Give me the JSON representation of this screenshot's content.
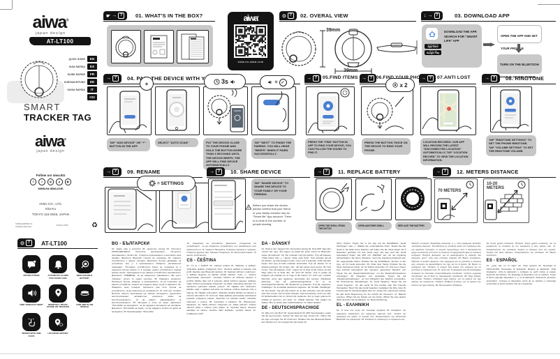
{
  "glyphs": {
    "arrow": "→",
    "question": "?",
    "hand": "☛",
    "target": "⊙",
    "download": "↓",
    "plus": "+",
    "check": "✓",
    "equals": "=",
    "reg": "®"
  },
  "sidebar": {
    "brand": "aiwa",
    "brand_sub": "japan design",
    "model": "AT-LT100",
    "languages": [
      {
        "label": "QUICK GUIDE",
        "code": "EN"
      },
      {
        "label": "GUÍA RÁPIDA",
        "code": "ES"
      },
      {
        "label": "GUIDE RAPIDE",
        "code": "FR"
      },
      {
        "label": "KURZANLEITUNG",
        "code": "DE"
      },
      {
        "label": "GUIDA RAPIDA",
        "code": "IT"
      },
      {
        "label": "",
        "code": "#22"
      }
    ],
    "product_title_1": "SMART",
    "product_title_2": "TRACKER TAG",
    "follow": {
      "title": "Follow us! aiwa.EU",
      "url": "www.eu-aiwa.com",
      "social_glyphs": [
        "f",
        "t",
        "◎",
        "p",
        "▶"
      ]
    },
    "company": [
      "AIWA CO., LTD.",
      "Kita-Ku",
      "TOKYO 115-0045, JAPAN"
    ],
    "legal_left_1": "©AIWA EUROPE S.L.",
    "legal_left_2": "All Rights Reserved",
    "legal_center": "Printed in PRC",
    "recycle": "♻",
    "features_header": "AT-LT100",
    "features": [
      {
        "label": "NOTIFICATIONS"
      },
      {
        "label": "AUTOMATIC ALARM FOR AVOID LOSS"
      },
      {
        "label": "REPLACEABLE BATTERY"
      },
      {
        "label": "FIND THINGS BY BEEP"
      },
      {
        "label": "REMOTELY TRACK PHONE OR TRACKER"
      },
      {
        "label": "THIN AND PLAIN DESIGN"
      },
      {
        "label": "WORKS WITH ONE CLICK"
      },
      {
        "label": "LOCATION HISTORY"
      }
    ]
  },
  "sections": {
    "s01": {
      "title": "01. WHAT'S IN THE BOX?"
    },
    "qr": {
      "brand": "aiwa",
      "url": "www.eu-aiwa.com"
    },
    "s02": {
      "title": "02. OVERAL VIEW",
      "dim_v": "39mm",
      "dim_h": "39mm"
    },
    "s03": {
      "title": "03. DOWNLOAD APP",
      "step1": "DOWNLOAD THE APP. SEARCH FOR \"SMART LIFE\" APP",
      "step2": "OPEN THE APP AND SET YOUR PROFILE",
      "step3": "TURN ON THE BLUETOOH STATUS OF THE PHONE",
      "store1_top": "Download on the",
      "store1_bottom": "App Store",
      "store2_top": "GET IT ON",
      "store2_bottom": "Google Play"
    },
    "s04": {
      "title": "04. PAIR THE DEVICE WITH YOUR PHONE",
      "bubble_3s": "3s",
      "captions": [
        "TAP \"ADD DEVICE\" OR \"+\" BUTTON IN THE APP",
        "SELECT \"AUTO SCAN\"",
        "PUT THE DEVICE CLOSE TO YOUR PHONE AND HOLD THE BUTTON MORE THAN 3 SECONDS UNTIL THE DEVICE BEEPS. THE APP WILL FIND DEVICE AUTOMATICALLY",
        "TAP \"NEXT\" TO FINISH THE PAIRING. YOU WILL HEAR \"BEEPS\" WHEN IT PAIRS SUCCESSFULLY."
      ]
    },
    "s05": {
      "title": "05.FIND ITEMS",
      "caption": "PRESS THE \"FIND\" BUTTON IN APP TO RING YOUR DEVICE, YOU CAN FOLLOW THE SOUND TO FIND IT."
    },
    "s06": {
      "title": "06.FIND YOUR PHONE",
      "bubble": "x 2",
      "caption": "PRESS THE BUTTON TWICE ON THE DEVICE TO RING YOUR PHONE."
    },
    "s07": {
      "title": "07.ANTI LOST",
      "caption": "LOCATION RECORDS: OUR APP WILL RECORD THE LATEST \"DISCONNECTED LOCATION\" AUTOMATICALLY, TAP \"LOCATION RECORD\" TO VIEW THE LOCATION INFORMATION."
    },
    "s08": {
      "title": "08. RINGTONE",
      "caption": "TAP \"RINGTONE SETTINGS\" TO SET THE PHONE RINGTONE. TAP \"VOLUME SETTING\" TO SET THE RINGTONE VOLUME."
    },
    "s09": {
      "title": "09. RENAME",
      "bubble": "= SETTINGS"
    },
    "s10": {
      "title": "10. SHARE DEVICE",
      "caption": "TAP \"SHARE DEVICE\" TO SHARE THE DEVICE TO YOUR FAMILY OR YOUR FRIENDS.",
      "note": "Before you share the device, please confirm that your friend or your family member has an \"Smart life\" App account. There is no limit to the number of people sharing."
    },
    "s11": {
      "title": "11. REPLACE BATTERY",
      "captions": [
        "OPEN THE SHELL FROM THE NOTCH",
        "OPEN ANOTHER SHELL",
        "REPLACE THE BATTERY"
      ]
    },
    "s12": {
      "title": "12. METERS DISTANCE",
      "label1": "70 METERS",
      "label2": "10-20 METERS"
    }
  },
  "fineprint": {
    "col1": {
      "h": "BG - БЪЛГАРСКИ",
      "t": "01. Какво има в кутията? 02. Цялостен изглед 03. Изтеглете ПРИЛОЖЕНИЕТО. Изтеглете приложението. Потърсете приложението „Smart Life“. Отворете приложението и настройте своя профил. Включете Bluetooth статуса на телефона. 04. Сдвоете устройството с вашия телефон. Докоснете бутона „Добавяне на устройство“ или „+“ в приложението. Изберете „Автоматично сканиране“. Поставете устройството близо до телефона си и задръжте бутона повече от 3 секунди, докато устройството издаде звуков сигнал. Приложението ще намери устройството автоматично. Докоснете „СЛЕДВАЩ“, за да завършите сдвояването. Ще чуете „бипкане“, когато се сдвои успешно. 05. Намерете елементи. Натиснете бутона „Намери“ в приложението, за да позвъните на вашето устройство, можете да следвате звука, за да го намерите. 06. Намерете своя телефон. Натиснете два пъти бутона на устройството, за да позвъните на телефона си. 07. Anti Lost. Location Records: нашето приложение ще запише последното „прекъснато местоположение“ автоматично, докоснете „запис на местоположението“, за да видите информацията за местоположението. 08. Мелодия и сила на звука. Докоснете „Настройки на мелодията“, за да зададете мелодията на телефона. Докоснете „Настройка на звука“, за да зададете силата на звука на мелодията. 09. Преименуване. Настройки."
    },
    "col2": {
      "t1": "10. Споделяне на устройство. Докоснете „Споделяне на устройството“, за да споделите устройството със семейството или приятелите си. 11. Сменете батерията. Отворете корпуса от прореза. Отворете другата част. Сменете батерията. 12. Метри разстояние. 70 метра. 10-20 метра.",
      "h": "CS - ČEŠTINA",
      "t2": "01. Co je v krabici? 02. Celkový pohled 03. Stáhněte si aplikaci. Vyhledejte aplikaci „Inteligentní život“. Otevřete aplikaci a nastavte svůj profil. Zapněte stav Bluetooth telefonu. 04. Spárujte zařízení s telefonem. V aplikaci klepněte na tlačítko „Přidat zařízení“ nebo „+“. Vyberte „Automatické skenování“. Umístěte zařízení do blízkosti telefonu a podržte tlačítko déle než 3 sekundy, dokud zařízení nepípne. Aplikace najde zařízení automaticky. Klepnutím na „Další“ dokončete párování. Po úspěšném spárování uslyšíte „pípnutí“. 05. Najděte věci. Stisknutím tlačítka „najít“ v aplikaci zazvoníte na zařízení, můžete sledovat zvuk a najít jej. 06. Najděte svůj telefon. Stiskněte dvakrát tlačítko na zařízení a zazvoní váš telefon. 07. Anti Lost. Naše aplikace automaticky zaznamená poslední „odpojenou polohu“, klepnutím na „záznam polohy“ zobrazíte informace o poloze. 08. Vyzvánění a hlasitost. 09. Přejmenovat. Nastavení. 10. Sdílet zařízení. Klepnutím na „Sdílet zařízení“ můžete zařízení sdílet s rodinou nebo přáteli. 11. Vyměňte baterii. Otevřete skořápku ze zářezu, otevřete další skořápku, vyměňte baterii. 12. Vzdálenost metrů."
    },
    "col3": {
      "h1": "DA - DÁNSKÝ",
      "t1": "01. Hvad er der i kassen? 02. Overordnet visning 03. Hent APP. Søg efter „Smart Life“ App. Åbn appen og indstil din profil. Tænd for Bluetooth-status på telefonen. 04. Par enheden med din telefon. Tryk på knappen „Tilføj enhed“ eller „+“ i appen. Vælg „Auto Scan“. Sæt enheden tæt på din telefon, og hold knappen nede i mere end 3 sekunder, indtil enheden bipper. Den app vil finde enheden automatisk. Tryk på „Næste“ for at afslutte parringen. Du vil høre „bip“, når den parres med succes. 05. Find emner. Tryk på knappen „Find“ i appen for at ringe til din enhed, du kan følge lyden for at finde den. 06. Find din telefon. Tryk to gange på knappen på enheden for at ringe til din telefon. 07. Anti Lost. Location Records: vores app registrerer automatisk den seneste „frakoblede placering“, tryk på „placeringsregistrering“ for at se placeringsinformationen. 08. Ringetone og lydstyrke. Tryk på „ringetone-indstillinger“ for at indstille telefonens ringetone. 09. Omdøb. Indstillinger. 10. Del enhed. Tryk på „Del enhed“ for at dele enheden med din familie eller dine venner. Før du deler enheden, skal du bekræfte, at din ven eller dit familiemedlem har en „Smart Life“-appkonto. Der er ingen grænse for antallet af personer, der deler. 11. Udskift batteriet. Åbn skallen fra hakket. Åbn en anden skal. Udskift batteriet. 12. Meter afstand.",
      "h2": "DE - DEUTSCHSPRACHIGE",
      "t2": "01. Was ist in der Box? 02. Gesamtansicht 03. APP herunterladen. Laden Sie die App herunter. Suchen Sie nach der App „Smart Life“. Öffnen Sie die App und legen Sie Ihr Profil fest. Schalten Sie den Bluetooth-Status des Telefons ein. 04. Koppeln Sie das Gerät mit"
    },
    "col4": {
      "t1": "Ihrem Telefon. Tippen Sie in der App auf die Schaltfläche „Gerät hinzufügen“ oder „+“. Wählen Sie „Automatischer Scan“. Stellen Sie das Gerät in die Nähe Ihres Telefons und halten Sie die Taste länger als 3 Sekunden gedrückt, bis das Gerät piept. Die App wird das Gerät automatisch finden. Die APP ruft „WEITER“ auf, um die Kopplung abzuschließen. Sie hören „Pieptöne“, wenn die Kopplung erfolgreich war. 05. Gegenstände finden. Drücken Sie die Schaltfläche „Suchen“ in der App, um Ihr Gerät anzurufen. 06. Finde dein Handy. Drücken Sie die Taste zweimal am Gerät, um Ihr Telefon anzurufen. 07. Anti Lost. Unsere App zeichnet automatisch den neuesten „getrennten Standort“ auf. Tippen Sie auf „Standortaufzeichnung“, um die Standortinformationen anzuzeigen. 08. Klingelton und Lautstärke. Tippen Sie auf „Klingeltoneinstellungen“, um den Klingelton des Telefons einzustellen. 09. Umbenennen. Einstellungen. 10. Gerät freigeben. Tippen Sie auf „Gerät freigeben“, um das Gerät für Ihre Familie oder Ihre Freunde freizugeben. Bevor Sie das Gerät freigeben, bestätigen Sie bitte, dass Ihr Freund oder Ihr Familienmitglied über ein „Smart Life“-App-Konto verfügt. Es gibt keine Begrenzung für die Anzahl der Personen. 11. Batterie ersetzen. Öffnen Sie die Schale von der Kerbe. Öffnen Sie eine andere Shell. Ersetzen Sie die Batterie. 12. Meter Entfernung.",
      "h": "EL - ΕΛΛΗΝΙΚΗ",
      "t2": "01. Τι είναι στο κουτί; 02. Συνολική προβολή 03. Κατεβάστε την εφαρμογή. Αναζητήστε την εφαρμογή „Έξυπνη ζωή“. Ανοίξτε την εφαρμογή και ορίστε το προφίλ σας. Ενεργοποιήστε την κατάσταση Bluetooth του τηλεφώνου. 04. Συνδέστε τη συσκευή με το τηλέφωνό σας."
    },
    "col5": {
      "t": "Πατήστε το κουμπί „Προσθήκη συσκευής“ ή „+“ στην εφαρμογή. Επιλέξτε „Αυτόματη σάρωση“. Τοποθετήστε τη συσκευή κοντά στο τηλέφωνό σας και κρατήστε πατημένο το κουμπί περισσότερο από 3 δευτερόλεπτα μέχρι να ακουστεί μπιπ από τη συσκευή. Η εφαρμογή θα βρει τη συσκευή αυτόματα. Πατήστε „Επόμενο“ για να ολοκληρώσετε τη σύζευξη. Θα ακούσετε „μπιπ“ όταν γίνει επιτυχής σύζευξη. 05. Βρείτε αντικείμενα. Πατήστε το κουμπί „Εύρεση“ στην εφαρμογή για να χτυπήσει η συσκευή σας, μπορείτε να ακολουθήσετε τον ήχο για να τη βρείτε. 06. Βρείτε το τηλέφωνό σας. Πατήστε το κουμπί δύο φορές στη συσκευή για να χτυπήσει το τηλέφωνό σας. 07. Anti Lost. Η εφαρμογή μας θα καταγράψει αυτόματα την τελευταία „αποσυνδεδεμένη τοποθεσία“, πατήστε „εγγραφή τοποθεσίας“ για να δείτε τις πληροφορίες τοποθεσίας. 08. Ήχος κλήσης και ένταση. Πατήστε „Ρυθμίσεις ήχου κλήσης“ για να ορίσετε τον ήχο κλήσης του τηλεφώνου. Πατήστε „Ρύθμιση έντασης“ για να ορίσετε την ένταση του ήχου κλήσης. 09. Μετονομασία. Ρυθμίσεις."
    },
    "col6": {
      "t1": "10. Κοινή χρήση συσκευής. Πατήστε „Κοινή χρήση συσκευής“ για να μοιραστείτε τη συσκευή με την οικογένεια ή τους φίλους σας. 11. Αντικαταστήστε την μπαταρία. Ανοίξτε το κέλυφος από την εγκοπή. Ανοίξτε ένα άλλο κέλυφος. Αντικαταστήστε την μπαταρία. 12. Μέτρα απόσταση.",
      "h": "ES - ESPAÑOL",
      "t2": "01. ¿Qué hay en la caja? 02. Vista general 03. Descarga la APLICACIÓN. Descargue la Aplicación. Busque la aplicación „Vida Inteligente“. Abra la aplicación y configure su perfil. Active el estado bluetooth del teléfono. 04. Empareje el dispositivo con su teléfono. Toque el botón „Agregar dispositivo“ o „+“ en la aplicación. Seleccione „Escaneo automático“. Coloque el dispositivo cerca de su teléfono y mantenga presionado el botón durante más de 3 segundos."
    }
  }
}
